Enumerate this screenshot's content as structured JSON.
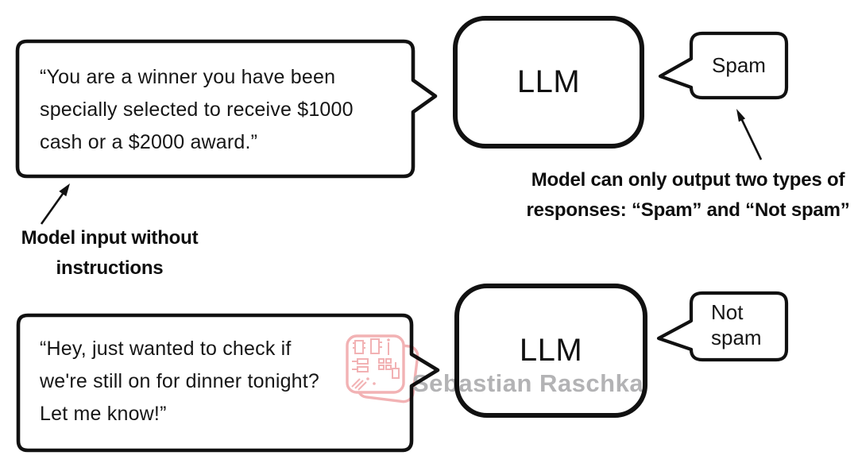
{
  "diagram": {
    "title_hint": "LLM spam classification diagram",
    "ink_color": "#111111",
    "background": "#ffffff"
  },
  "row_top": {
    "input_bubble": {
      "text": "“You are a winner you have been\nspecially selected to receive $1000\ncash or a $2000 award.”"
    },
    "llm_label": "LLM",
    "output_bubble": {
      "text": "Spam"
    }
  },
  "row_bottom": {
    "input_bubble": {
      "text": "“Hey, just wanted to check if\nwe're still on for dinner tonight?\nLet me know!”"
    },
    "llm_label": "LLM",
    "output_bubble": {
      "text": "Not\nspam"
    }
  },
  "annotations": {
    "input_note": "Model input without\ninstructions",
    "output_note": "Model can only output two types of\nresponses: “Spam” and “Not spam”"
  },
  "watermark": {
    "name": "Sebastian Raschka",
    "text_color": "#b3b3b5",
    "logo_color": "#f2b2b4"
  }
}
